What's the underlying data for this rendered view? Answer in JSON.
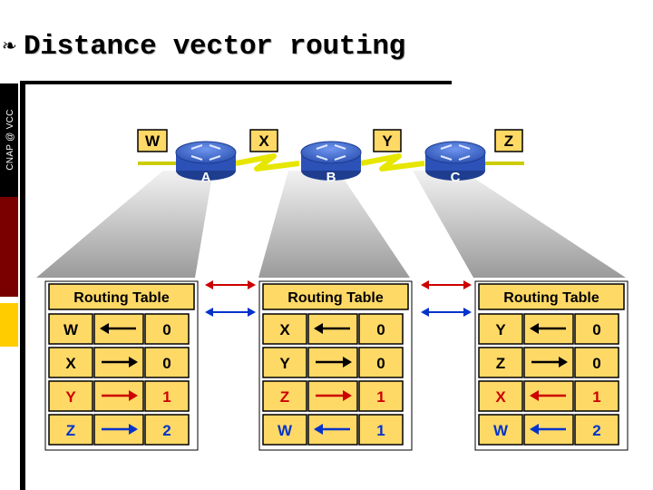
{
  "slide": {
    "title": "Distance vector routing",
    "bullet": "❧",
    "sidebar_text": "CNAP @ VCC"
  },
  "colors": {
    "table_fill": "#ffd966",
    "table_border": "#000000",
    "router": "#3d6ad6",
    "lan": "#cccc00",
    "wan_link": "#e6e600",
    "arrow_red": "#cc0000",
    "arrow_blue": "#0033cc",
    "text_red": "#cc0000",
    "text_blue": "#0033cc"
  },
  "networks": {
    "w": "W",
    "x": "X",
    "y": "Y",
    "z": "Z"
  },
  "routers": [
    {
      "name": "A"
    },
    {
      "name": "B"
    },
    {
      "name": "C"
    }
  ],
  "tables": [
    {
      "router": "A",
      "header": "Routing Table",
      "rows": [
        {
          "net": "W",
          "dir": "left",
          "metric": "0",
          "color": "black"
        },
        {
          "net": "X",
          "dir": "right",
          "metric": "0",
          "color": "black"
        },
        {
          "net": "Y",
          "dir": "right",
          "metric": "1",
          "color": "red"
        },
        {
          "net": "Z",
          "dir": "right",
          "metric": "2",
          "color": "blue"
        }
      ]
    },
    {
      "router": "B",
      "header": "Routing Table",
      "rows": [
        {
          "net": "X",
          "dir": "left",
          "metric": "0",
          "color": "black"
        },
        {
          "net": "Y",
          "dir": "right",
          "metric": "0",
          "color": "black"
        },
        {
          "net": "Z",
          "dir": "right",
          "metric": "1",
          "color": "red"
        },
        {
          "net": "W",
          "dir": "left",
          "metric": "1",
          "color": "blue"
        }
      ]
    },
    {
      "router": "C",
      "header": "Routing Table",
      "rows": [
        {
          "net": "Y",
          "dir": "left",
          "metric": "0",
          "color": "black"
        },
        {
          "net": "Z",
          "dir": "right",
          "metric": "0",
          "color": "black"
        },
        {
          "net": "X",
          "dir": "left",
          "metric": "1",
          "color": "red"
        },
        {
          "net": "W",
          "dir": "left",
          "metric": "2",
          "color": "blue"
        }
      ]
    }
  ]
}
